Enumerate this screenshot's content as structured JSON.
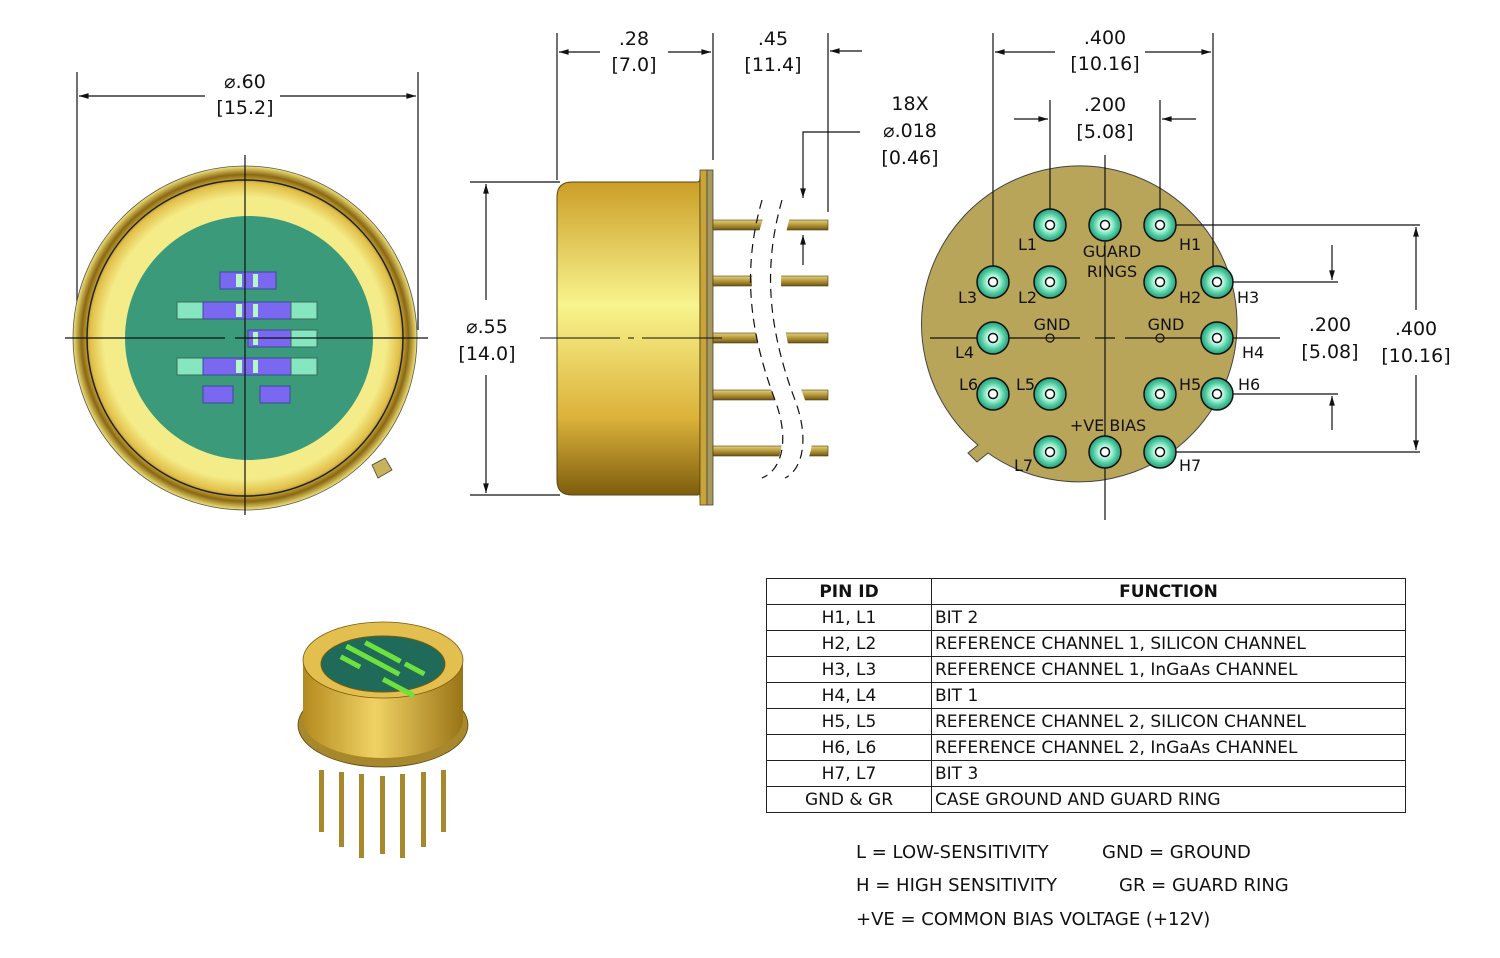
{
  "front_view": {
    "diameter_in": "⌀.60",
    "diameter_mm": "[15.2]"
  },
  "side_view": {
    "cap_height_in": ".28",
    "cap_height_mm": "[7.0]",
    "lead_length_in": ".45",
    "lead_length_mm": "[11.4]",
    "lead_count": "18X",
    "lead_diameter_in": "⌀.018",
    "lead_diameter_mm": "[0.46]",
    "body_diameter_in": "⌀.55",
    "body_diameter_mm": "[14.0]"
  },
  "bottom_view": {
    "outer_span_in": ".400",
    "outer_span_mm": "[10.16]",
    "inner_span_in": ".200",
    "inner_span_mm": "[5.08]",
    "vert_inner_in": ".200",
    "vert_inner_mm": "[5.08]",
    "vert_outer_in": ".400",
    "vert_outer_mm": "[10.16]",
    "guard_rings_label_1": "GUARD",
    "guard_rings_label_2": "RINGS",
    "gnd_left": "GND",
    "gnd_right": "GND",
    "bias_label": "+VE BIAS",
    "pins": {
      "L1": "L1",
      "H1": "H1",
      "L2": "L2",
      "H2": "H2",
      "L3": "L3",
      "H3": "H3",
      "L4": "L4",
      "H4": "H4",
      "L5": "L5",
      "H5": "H5",
      "L6": "L6",
      "H6": "H6",
      "L7": "L7",
      "H7": "H7"
    }
  },
  "pin_table": {
    "headers": [
      "PIN ID",
      "FUNCTION"
    ],
    "rows": [
      {
        "id": "H1, L1",
        "function": "BIT 2"
      },
      {
        "id": "H2, L2",
        "function": "REFERENCE CHANNEL 1, SILICON CHANNEL"
      },
      {
        "id": "H3, L3",
        "function": "REFERENCE CHANNEL 1, InGaAs CHANNEL"
      },
      {
        "id": "H4, L4",
        "function": "BIT 1"
      },
      {
        "id": "H5, L5",
        "function": "REFERENCE CHANNEL 2, SILICON CHANNEL"
      },
      {
        "id": "H6, L6",
        "function": "REFERENCE CHANNEL 2, InGaAs CHANNEL"
      },
      {
        "id": "H7, L7",
        "function": "BIT 3"
      },
      {
        "id": "GND & GR",
        "function": "CASE GROUND AND GUARD RING"
      }
    ]
  },
  "legend": {
    "l": "L  = LOW-SENSITIVITY",
    "gnd": "GND = GROUND",
    "h": "H = HIGH SENSITIVITY",
    "gr": "GR = GUARD RING",
    "ve": "+VE = COMMON BIAS VOLTAGE (+12V)"
  },
  "colors": {
    "gold_light": "#f7f08a",
    "gold_mid": "#e8c44a",
    "gold_dark": "#8a6a10",
    "header_plate": "#b9a55a",
    "window_green": "#3a9a7a",
    "detector_purple": "#7b68f0",
    "pad_mint": "#86e6bf",
    "pin_green": "#5fd9b0"
  }
}
